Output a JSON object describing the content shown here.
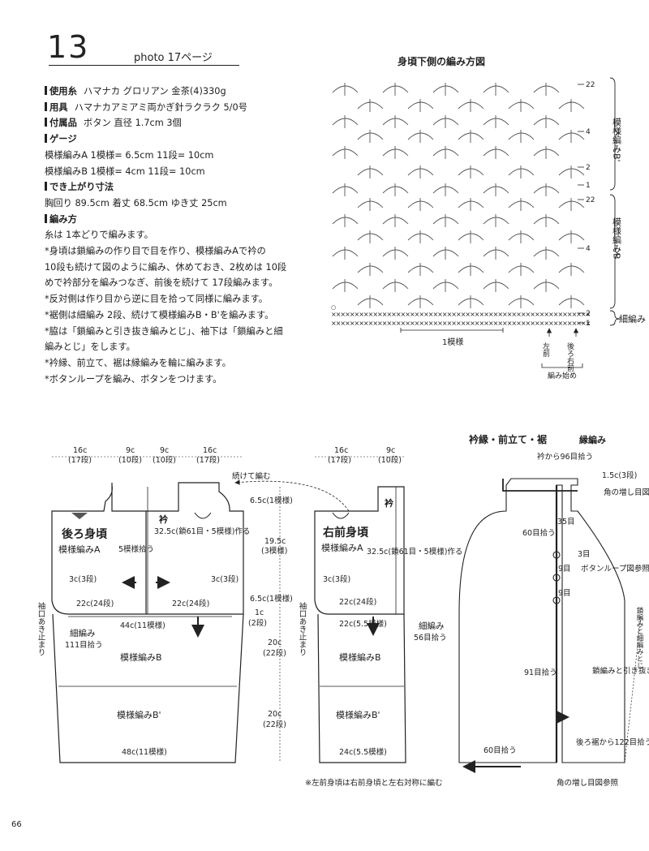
{
  "header": {
    "pattern_number": "13",
    "photo_ref": "photo 17ページ"
  },
  "info": [
    {
      "label": "使用糸",
      "value": "ハマナカ グロリアン 金茶(4)330g"
    },
    {
      "label": "用具",
      "value": "ハマナカアミアミ両かぎ針ラクラク 5/0号"
    },
    {
      "label": "付属品",
      "value": "ボタン 直径 1.7cm 3個"
    },
    {
      "label": "ゲージ",
      "value": ""
    },
    {
      "text": "模様編みA 1模様= 6.5cm 11段= 10cm"
    },
    {
      "text": "模様編みB 1模様= 4cm 11段= 10cm"
    },
    {
      "label": "でき上がり寸法",
      "value": ""
    },
    {
      "text": "胸回り 89.5cm 着丈 68.5cm ゆき丈 25cm"
    },
    {
      "label": "編み方",
      "value": ""
    },
    {
      "text": "糸は 1本どりで編みます。"
    },
    {
      "text": "*身頃は鎖編みの作り目で目を作り、模様編みAで衿の"
    },
    {
      "text": "10段も続けて図のように編み、休めておき、2枚めは 10段"
    },
    {
      "text": "めで衿部分を編みつなぎ、前後を続けて 17段編みます。"
    },
    {
      "text": "*反対側は作り目から逆に目を拾って同様に編みます。"
    },
    {
      "text": "*裾側は細編み 2段、続けて模様編みB・B'を編みます。"
    },
    {
      "text": "*脇は「鎖編みと引き抜き編みとじ」、袖下は「鎖編みと細"
    },
    {
      "text": "編みとじ」をします。"
    },
    {
      "text": "*衿縁、前立て、裾は縁編みを輪に編みます。"
    },
    {
      "text": "*ボタンループを編み、ボタンをつけます。"
    }
  ],
  "stitch_chart": {
    "title": "身頃下側の編み方図",
    "row_labels": [
      "22",
      "4",
      "2",
      "1",
      "22",
      "4",
      "2",
      "1"
    ],
    "section_labels": [
      "模様編みB'",
      "模様編みB",
      "細編み"
    ],
    "repeat_label": "1模様",
    "left_front": "左前",
    "back_right_front": "後ろ右前",
    "start_label": "編み始め"
  },
  "back_body": {
    "title": "後ろ身頃",
    "pattern_a": "模様編みA",
    "top_dims": [
      "16c",
      "(17段)",
      "9c",
      "(10段)",
      "9c",
      "(10段)",
      "16c",
      "(17段)"
    ],
    "collar": "衿",
    "center_pick": "5模様拾う",
    "center_make": "32.5c(鎖61目・5模様)作る",
    "side_left": "3c(3段)",
    "side_right": "3c(3段)",
    "bottom_left": "22c(24段)",
    "bottom_right": "22c(24段)",
    "sleeve_stop": "袖口あき止まり",
    "waist": "44c(11模様)",
    "hem_sc": "細編み",
    "hem_pick": "111目拾う",
    "pattern_b": "模様編みB",
    "pattern_b2": "模様編みB'",
    "hem_width": "48c(11模様)"
  },
  "front_body": {
    "title": "右前身頃",
    "pattern_a": "模様編みA",
    "top_dims": [
      "16c",
      "(17段)",
      "9c",
      "(10段)"
    ],
    "collar": "衿",
    "continue_note": "続けて編む",
    "heights": [
      "6.5c(1模様)",
      "19.5c",
      "(3模様)",
      "6.5c(1模様)",
      "1c",
      "(2段)",
      "20c",
      "(22段)",
      "20c",
      "(22段)"
    ],
    "center_make": "32.5c(鎖61目・5模様)作る",
    "side_left": "3c(3段)",
    "bottom": "22c(24段)",
    "sleeve_stop": "袖口あき止まり",
    "waist": "22c(5.5模様)",
    "hem_sc": "細編み",
    "hem_pick": "56目拾う",
    "pattern_b": "模様編みB",
    "pattern_b2": "模様編みB'",
    "hem_width": "24c(5.5模様)",
    "note": "※左前身頃は右前身頃と左右対称に編む"
  },
  "edging": {
    "title": "衿縁・前立て・裾",
    "subtitle": "縁編み",
    "collar_pick": "衿から96目拾う",
    "width": "1.5c(3段)",
    "corner_note": "角の増し目図参照",
    "count_35": "35目",
    "count_60": "60目拾う",
    "count_3": "3目",
    "count_9a": "9目",
    "count_9b": "9目",
    "button_loop": "ボタンループ図参照",
    "count_91": "91目拾う",
    "side_seam_1": "鎖編みと引き抜き編みとじ",
    "side_seam_2": "鎖編みと細編みとじ",
    "back_hem": "後ろ裾から122目拾う",
    "count_60_bottom": "60目拾う",
    "corner_note_bottom": "角の増し目図参照"
  },
  "page_number": "66"
}
